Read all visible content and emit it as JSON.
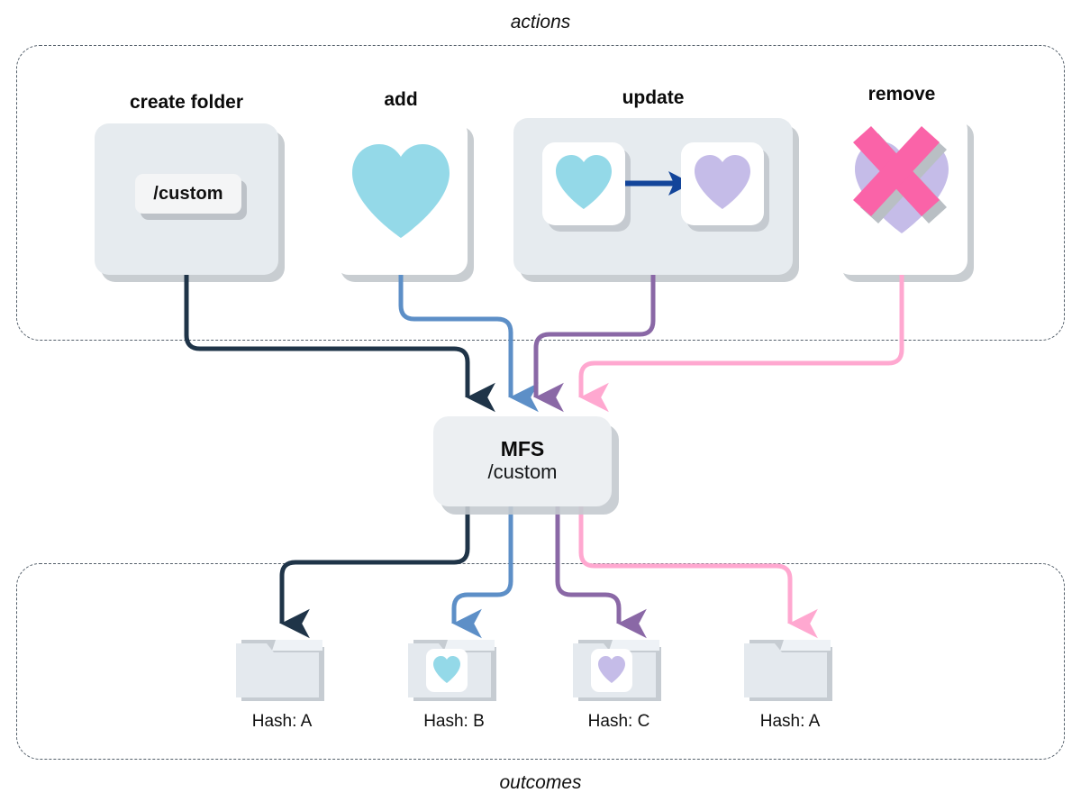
{
  "diagram": {
    "groups": {
      "actions_caption": "actions",
      "outcomes_caption": "outcomes"
    },
    "actions": [
      {
        "id": "create-folder",
        "label": "create folder",
        "card_kind": "grey",
        "chip_text": "/custom",
        "wire_color": "#1f3448"
      },
      {
        "id": "add",
        "label": "add",
        "card_kind": "white",
        "heart_color": "#94d9e8",
        "wire_color": "#5d8fc7"
      },
      {
        "id": "update",
        "label": "update",
        "card_kind": "grey",
        "heart_from_color": "#94d9e8",
        "heart_to_color": "#c5bce8",
        "inner_arrow_color": "#13459a",
        "wire_color": "#8a68a6"
      },
      {
        "id": "remove",
        "label": "remove",
        "card_kind": "white",
        "heart_color": "#c5bce8",
        "cross_color": "#fa63a8",
        "wire_color": "#ffa8d0"
      }
    ],
    "mfs": {
      "title": "MFS",
      "path": "/custom"
    },
    "outcomes": [
      {
        "id": "outcome-a",
        "label": "Hash: A",
        "heart_color": null,
        "wire_color": "#1f3448"
      },
      {
        "id": "outcome-b",
        "label": "Hash: B",
        "heart_color": "#94d9e8",
        "wire_color": "#5d8fc7"
      },
      {
        "id": "outcome-c",
        "label": "Hash: C",
        "heart_color": "#c5bce8",
        "wire_color": "#8a68a6"
      },
      {
        "id": "outcome-d",
        "label": "Hash: A",
        "heart_color": null,
        "wire_color": "#ffa8d0"
      }
    ],
    "palette": {
      "card_grey": "#e6ebef",
      "card_white": "#ffffff",
      "shadow": "#bec4c9",
      "folder_body": "#e4e9ee",
      "folder_tab": "#f2f5f8",
      "dashed_border": "#55606b",
      "text": "#0b0b0b"
    }
  }
}
